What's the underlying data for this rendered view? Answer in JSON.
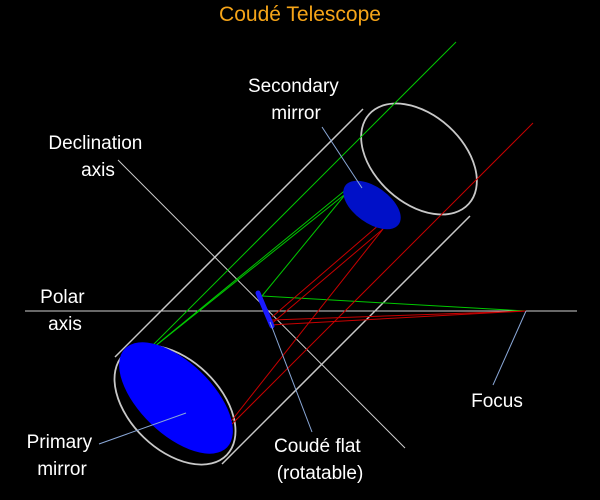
{
  "title": "Coudé Telescope",
  "labels": {
    "secondary_mirror": [
      "Secondary",
      "mirror"
    ],
    "declination_axis": [
      "Declination",
      "axis"
    ],
    "polar_axis": [
      "Polar",
      "axis"
    ],
    "focus": "Focus",
    "primary_mirror": [
      "Primary",
      "mirror"
    ],
    "coude_flat": [
      "Coudé flat",
      "(rotatable)"
    ]
  },
  "colors": {
    "background": "#000000",
    "title": "#f5a418",
    "label_text": "#ffffff",
    "tube_outline": "#c8c8c8",
    "axis_lines": "#cfcfcf",
    "mirror_fill": "#0000ff",
    "secondary_fill": "#0010c8",
    "leader_lines": "#8aa8d8",
    "green_rays": "#00c800",
    "red_rays": "#c80000"
  }
}
